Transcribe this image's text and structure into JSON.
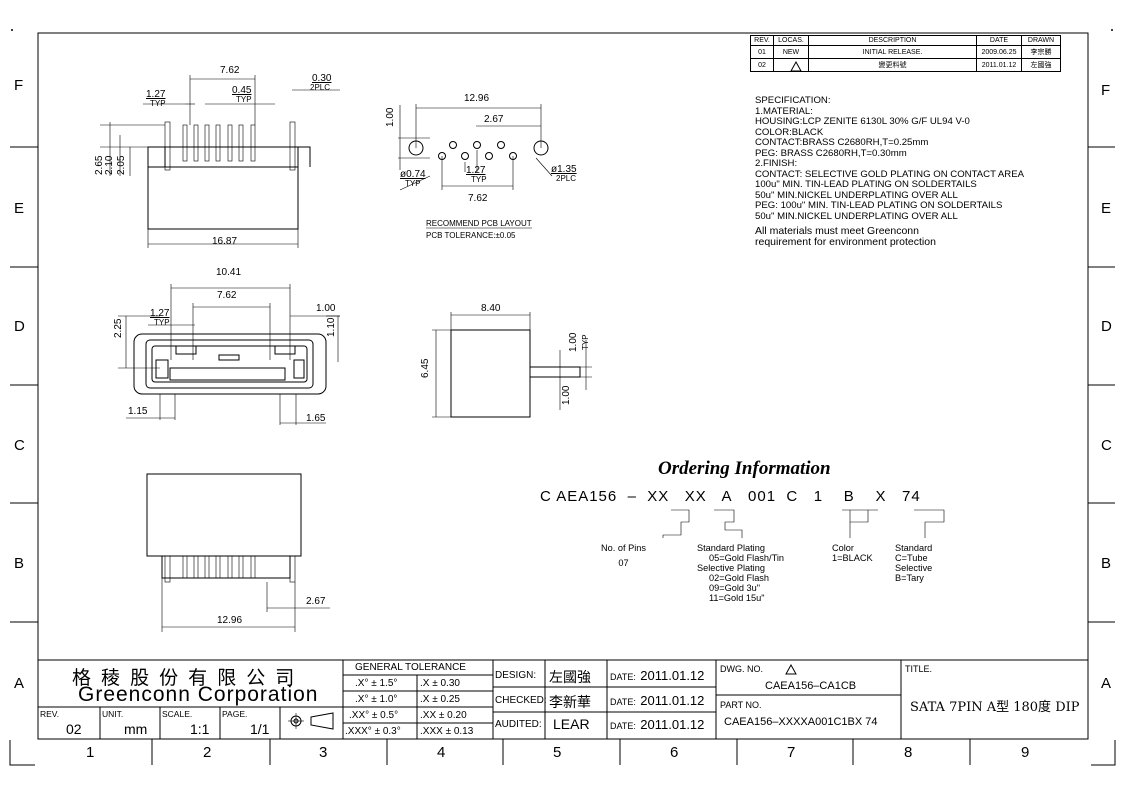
{
  "revision_table": {
    "headers": [
      "REV.",
      "LOCAS.",
      "DESCRIPTION",
      "DATE",
      "DRAWN"
    ],
    "rows": [
      [
        "01",
        "NEW",
        "INITIAL RELEASE.",
        "2009.06.25",
        "李宗勝"
      ],
      [
        "02",
        "",
        "變更料號",
        "2011.01.12",
        "左國強"
      ]
    ]
  },
  "specification": [
    "SPECIFICATION:",
    "1.MATERIAL:",
    "HOUSING:LCP ZENITE 6130L 30% G/F UL94 V-0",
    "COLOR:BLACK",
    "CONTACT:BRASS  C2680RH,T=0.25mm",
    "PEG:  BRASS  C2680RH,T=0.30mm",
    "2.FINISH:",
    "CONTACT:  SELECTIVE    GOLD PLATING ON CONTACT AREA",
    "100u\"  MIN.  TIN-LEAD PLATING  ON  SOLDERTAILS",
    "50u\"  MIN.NICKEL UNDERPLATING  OVER ALL",
    "PEG:  100u\"  MIN.  TIN-LEAD PLATING  ON  SOLDERTAILS",
    "50u\"  MIN.NICKEL  UNDERPLATING  OVER  ALL"
  ],
  "spec_note": [
    "All  materials  must  meet  Greenconn",
    "requirement  for  environment  protection"
  ],
  "dims": {
    "top_762": "7.62",
    "top_127": "1.27",
    "top_045": "0.45",
    "typ": "TYP",
    "top_030": "0.30",
    "plc2": "2PLC",
    "h265": "2.65",
    "h210": "2.10",
    "h205": "2.05",
    "w1687": "16.87",
    "pcb_1296": "12.96",
    "pcb_100": "1.00",
    "pcb_267": "2.67",
    "pcb_074": "ø0.74",
    "pcb_127": "1.27",
    "pcb_135": "ø1.35",
    "pcb_762": "7.62",
    "pcb_note1": "RECOMMEND  PCB  LAYOUT",
    "pcb_note2": "PCB  TOLERANCE:±0.05",
    "f_1041": "10.41",
    "f_762": "7.62",
    "f_127": "1.27",
    "f_225": "2.25",
    "f_100": "1.00",
    "f_110": "1.10",
    "f_115": "1.15",
    "f_165": "1.65",
    "s_840": "8.40",
    "s_645": "6.45",
    "s_100a": "1.00",
    "s_100b": "1.00",
    "b_1296": "12.96",
    "b_267": "2.67"
  },
  "ordering": {
    "title": "Ordering Information",
    "code": [
      "C",
      "AEA156",
      "–",
      "XX",
      "XX",
      "A",
      "001",
      "C",
      "1",
      "B",
      "X",
      "74"
    ],
    "pins": [
      "No.  of  Pins",
      "07"
    ],
    "plating": [
      "Standard  Plating",
      "05=Gold Flash/Tin",
      "Selective  Plating",
      "02=Gold  Flash",
      "09=Gold  3u\"",
      "11=Gold  15u\""
    ],
    "color": [
      "Color",
      "1=BLACK"
    ],
    "standard": [
      "Standard",
      "C=Tube",
      "Selective",
      "B=Tary"
    ]
  },
  "title_block": {
    "company_cn": "格 稜 股 份 有 限 公 司",
    "company_en": "Greenconn  Corporation",
    "rev_label": "REV.",
    "rev": "02",
    "unit_label": "UNIT.",
    "unit": "mm",
    "scale_label": "SCALE.",
    "scale": "1:1",
    "page_label": "PAGE.",
    "page": "1/1",
    "tolerance_header": "GENERAL  TOLERANCE",
    "tolerance": [
      [
        ".X° ± 1.5°",
        ".X     ± 0.30"
      ],
      [
        ".X° ± 1.0°",
        ".X     ± 0.25"
      ],
      [
        ".XX° ± 0.5°",
        ".XX   ± 0.20"
      ],
      [
        ".XXX° ± 0.3°",
        ".XXX  ± 0.13"
      ]
    ],
    "design_label": "DESIGN:",
    "design": "左國強",
    "checked_label": "CHECKED:",
    "checked": "李新華",
    "audited_label": "AUDITED:",
    "audited": "LEAR",
    "date_label": "DATE:",
    "date": "2011.01.12",
    "dwg_label": "DWG.  NO.",
    "dwg_no": "CAEA156–CA1CB",
    "part_label": "PART  NO.",
    "part_no": "CAEA156–XXXXA001C1BX  74",
    "title_label": "TITLE.",
    "title": "SATA  7PIN  A型  180度  DIP"
  },
  "zones": {
    "columns": [
      "1",
      "2",
      "3",
      "4",
      "5",
      "6",
      "7",
      "8",
      "9"
    ],
    "rows": [
      "F",
      "E",
      "D",
      "C",
      "B",
      "A"
    ]
  }
}
